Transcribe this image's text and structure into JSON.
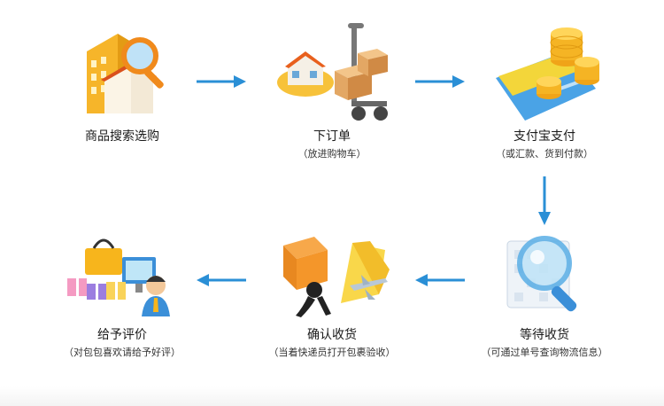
{
  "steps": [
    {
      "title": "商品搜索选购",
      "subtitle": "",
      "icon": "search-building-icon"
    },
    {
      "title": "下订单",
      "subtitle": "（放进购物车）",
      "icon": "cart-boxes-icon"
    },
    {
      "title": "支付宝支付",
      "subtitle": "（或汇款、货到付款）",
      "icon": "coins-card-icon"
    },
    {
      "title": "等待收货",
      "subtitle": "（可通过单号查询物流信息）",
      "icon": "magnifier-wait-icon"
    },
    {
      "title": "确认收货",
      "subtitle": "（当着快递员打开包裹验收）",
      "icon": "delivery-box-icon"
    },
    {
      "title": "给予评价",
      "subtitle": "（对包包喜欢请给予好评）",
      "icon": "review-user-icon"
    }
  ],
  "colors": {
    "arrow": "#2a8fd6",
    "gold": "#f7b51c",
    "orange": "#f08a1c",
    "blue": "#3b8fd8"
  }
}
